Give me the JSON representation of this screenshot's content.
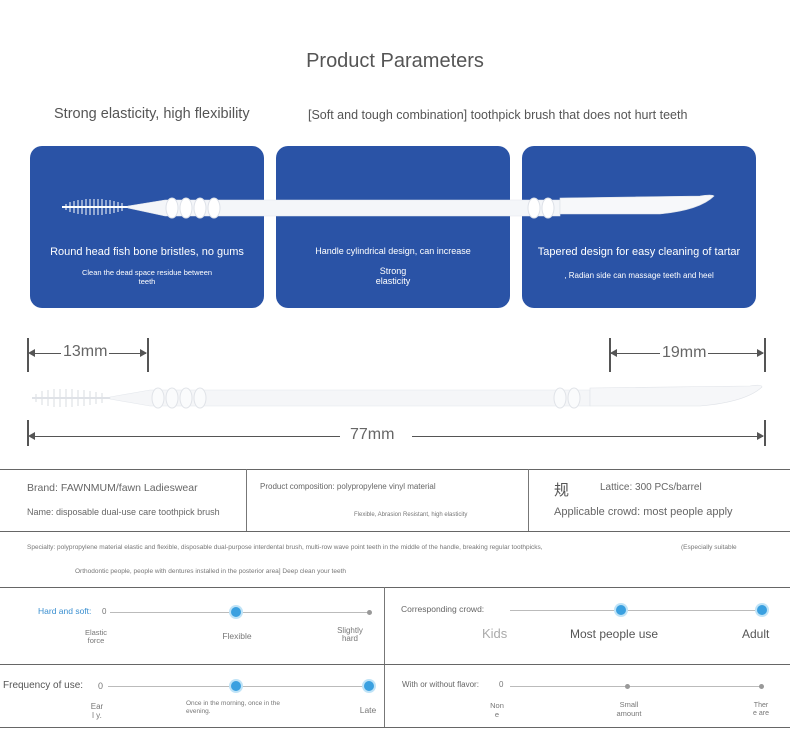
{
  "title": "Product Parameters",
  "subtitle_left": "Strong elasticity, high flexibility",
  "subtitle_right": "[Soft and tough combination] toothpick brush that does not hurt teeth",
  "cards": [
    {
      "heading": "Round head fish bone bristles, no gums",
      "sub1": "Clean the dead space residue between",
      "sub2": "teeth"
    },
    {
      "heading": "Handle cylindrical design, can increase",
      "sub1": "Strong",
      "sub2": "elasticity"
    },
    {
      "heading": "Tapered design for easy cleaning of tartar",
      "sub1": ", Radian side can massage teeth and heel",
      "sub2": ""
    }
  ],
  "dimensions": {
    "left": "13mm",
    "right": "19mm",
    "total": "77mm"
  },
  "specs": {
    "brand": "Brand: FAWNMUM/fawn Ladieswear",
    "name": "Name: disposable dual-use care toothpick brush",
    "composition": "Product composition: polypropylene vinyl material",
    "composition_note": "Flexible, Abrasion Resistant, high elasticity",
    "gui_char": "规",
    "lattice": "Lattice: 300 PCs/barrel",
    "crowd": "Applicable crowd: most people apply",
    "specialty_line1": "Specialty: polypropylene material elastic and flexible, disposable dual-purpose interdental brush, multi-row wave point teeth in the middle of the handle, breaking regular toothpicks,",
    "specialty_suffix": "(Especially suitable",
    "specialty_line2": "Orthodontic people, people with dentures installed in the posterior area] Deep clean your teeth"
  },
  "scales": {
    "hardness": {
      "label": "Hard and soft:",
      "zero": "0",
      "ticks": [
        "Elastic force",
        "Flexible",
        "Slightly hard"
      ],
      "selected": "Flexible"
    },
    "crowd": {
      "label": "Corresponding crowd:",
      "ticks": [
        "Kids",
        "Most people use",
        "Adult"
      ],
      "selected": [
        "Most people use",
        "Adult"
      ]
    },
    "frequency": {
      "label": "Frequency of use:",
      "zero": "0",
      "ticks": [
        "Earl y.",
        "Once in the morning, once in the evening.",
        "Late"
      ],
      "selected": [
        "Once in the morning, once in the evening.",
        "Late"
      ]
    },
    "flavor": {
      "label": "With or without flavor:",
      "zero": "0",
      "ticks": [
        "Non e",
        "Small amount",
        "Ther e are"
      ],
      "selected": []
    }
  },
  "colors": {
    "card": "#2a53a6",
    "accent": "#3aa0e0"
  }
}
